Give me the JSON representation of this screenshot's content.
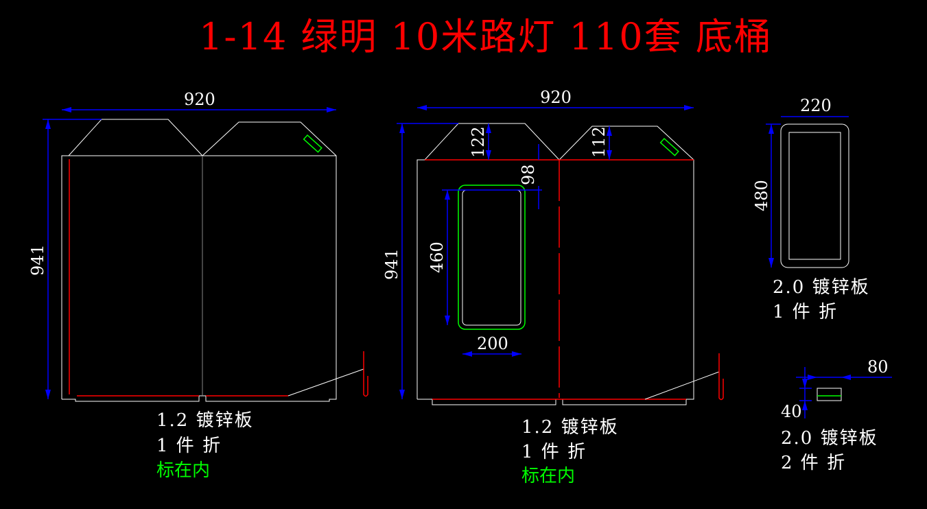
{
  "title": "1-14 绿明 10米路灯 110套 底桶",
  "left_panel": {
    "dim_width": "920",
    "dim_height": "941",
    "material": "1.2 镀锌板",
    "quantity": "1 件 折",
    "mark_note": "标在内"
  },
  "middle_panel": {
    "dim_width": "920",
    "dim_height": "941",
    "dim_top_left": "122",
    "dim_top_right": "112",
    "dim_window_offset": "98",
    "dim_window_height": "460",
    "dim_window_width": "200",
    "material": "1.2 镀锌板",
    "quantity": "1 件 折",
    "mark_note": "标在内"
  },
  "frame_part": {
    "dim_width": "220",
    "dim_height": "480",
    "material": "2.0 镀锌板",
    "quantity": "1 件 折"
  },
  "small_part": {
    "dim_width": "80",
    "dim_height": "40",
    "material": "2.0 镀锌板",
    "quantity": "2 件 折"
  },
  "colors": {
    "outline": "#ffffff",
    "bend": "#ff0000",
    "dimension": "#0000ff",
    "mark": "#00ff00",
    "title": "#ff0000"
  }
}
